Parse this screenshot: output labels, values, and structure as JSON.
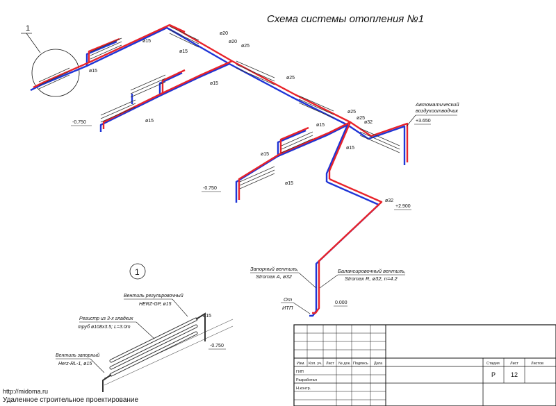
{
  "title": "Схема системы отопления №1",
  "colors": {
    "supply": "#e8232a",
    "return": "#1f35d6",
    "ink": "#111111"
  },
  "diameters": {
    "d15_a": "ø15",
    "d15_b": "ø15",
    "d15_c": "ø15",
    "d15_d": "ø15",
    "d15_e": "ø15",
    "d15_f": "ø15",
    "d15_g": "ø15",
    "d15_h": "ø15",
    "d15_i": "ø15",
    "d15_j": "ø15",
    "d20_a": "ø20",
    "d20_b": "ø20",
    "d25_a": "ø25",
    "d25_b": "ø25",
    "d25_c": "ø25",
    "d25_d": "ø25",
    "d32_a": "ø32",
    "d32_b": "ø32"
  },
  "levels": {
    "lvl_a": "-0.750",
    "lvl_b": "-0.750",
    "lvl_c": "+3.650",
    "lvl_d": "+2.900",
    "lvl_e": "0.000",
    "lvl_f": "-0.750"
  },
  "callouts": {
    "detail_ref": "1",
    "air_vent_1": "Автоматический",
    "air_vent_2": "воздухоотводчик",
    "shutoff_1": "Запорный вентиль,",
    "shutoff_2": "Stromax A, ø32",
    "balance_1": "Балансировочный вентиль,",
    "balance_2": "Stromax R, ø32, n=4.2",
    "from_1": "От",
    "from_2": "ИТП"
  },
  "detail": {
    "number": "1",
    "reg_valve_1": "Вентиль регулировочный",
    "reg_valve_2": "HERZ-GP, ø15",
    "register_1": "Регистр из 3-х гладких",
    "register_2": "труб ø108x3.5; L=3.0m",
    "stop_valve_1": "Вентиль запорный",
    "stop_valve_2": "Herz-RL-1, ø15"
  },
  "title_block": {
    "col_izm": "Изм.",
    "col_koluch": "Кол. уч.",
    "col_list": "Лист",
    "col_ndok": "№ док.",
    "col_podpis": "Подпись",
    "col_data": "Дата",
    "row_gip": "ГИП",
    "row_razrab": "Разработал",
    "row_nkontr": "Н.контр.",
    "stage_label": "Стадия",
    "sheet_label": "Лист",
    "sheets_label": "Листов",
    "stage_value": "Р",
    "sheet_value": "12"
  },
  "footer": {
    "url": "http://midoma.ru",
    "caption": "Удаленное строительное проектирование"
  }
}
